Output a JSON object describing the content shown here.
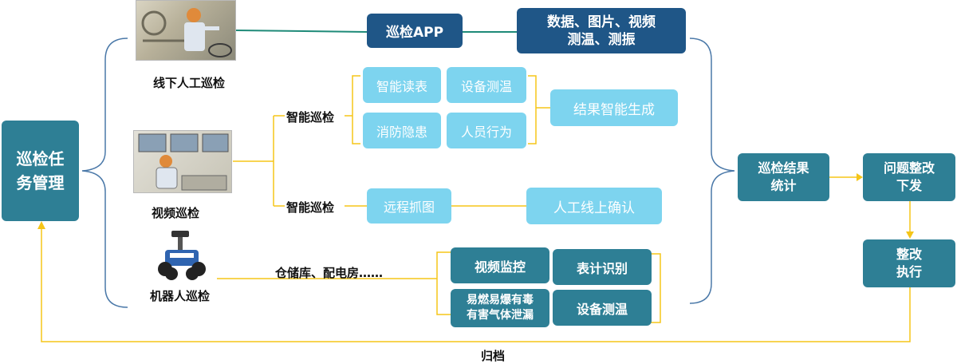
{
  "task_management": "巡检任\n务管理",
  "offline": {
    "label": "线下人工巡检",
    "app": "巡检APP",
    "data": "数据、图片、视频\n测温、测振"
  },
  "video": {
    "label": "视频巡检",
    "smart_label_1": "智能巡检",
    "smart_label_2": "智能巡检",
    "items": [
      "智能读表",
      "设备测温",
      "消防隐患",
      "人员行为"
    ],
    "result": "结果智能生成",
    "remote": "远程抓图",
    "confirm": "人工线上确认"
  },
  "robot": {
    "label": "机器人巡检",
    "scenes": "仓储库、配电房……",
    "items": [
      "视频监控",
      "表计识别",
      "易燃易爆有毒\n有害气体泄漏",
      "设备测温"
    ]
  },
  "stats": "巡检结果\n统计",
  "issue": "问题整改\n下发",
  "rectify": "整改\n执行",
  "archive": "归档",
  "colors": {
    "teal": "#2e7f95",
    "navy": "#1f5687",
    "light_blue": "#7dd4ef",
    "brace": "#4a78a8",
    "line_yellow": "#f5c518",
    "line_green": "#1e8a78"
  }
}
